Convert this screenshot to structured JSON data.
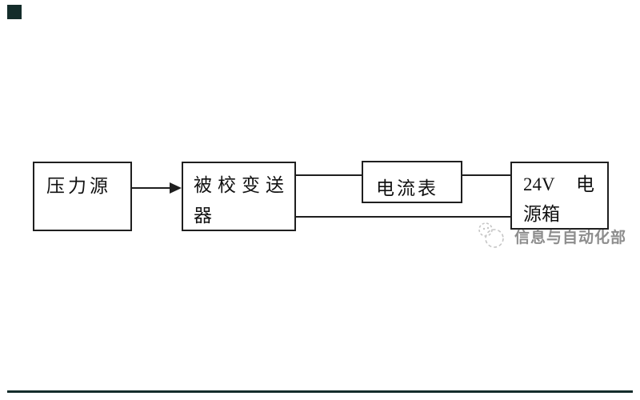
{
  "page": {
    "background": "#ffffff",
    "ink": "#1f1f1f",
    "text_color": "#111111"
  },
  "marks": {
    "top_left_square_color": "#142d2b",
    "bottom_rule_color": "#142d2b"
  },
  "diagram": {
    "title": "transmitter-calibration-wiring-diagram",
    "nodes": {
      "pressure_source": {
        "label": "压力源"
      },
      "transmitter": {
        "line1": "被校变送",
        "line2": "器"
      },
      "ammeter": {
        "label": "电流表"
      },
      "power_box": {
        "line1_left": "24V",
        "line1_right": "电",
        "line2": "源箱"
      }
    },
    "connections": [
      {
        "from": "pressure_source",
        "to": "transmitter",
        "style": "arrow"
      },
      {
        "from": "transmitter",
        "to": "ammeter",
        "style": "wire-top"
      },
      {
        "from": "ammeter",
        "to": "power_box",
        "style": "wire-top"
      },
      {
        "from": "transmitter",
        "to": "power_box",
        "style": "wire-bottom"
      }
    ]
  },
  "watermark": {
    "text": "信息与自动化部",
    "color": "#8d8d8d",
    "logo": "dashed-circles-logo",
    "logo_color": "#c6c6c6"
  }
}
